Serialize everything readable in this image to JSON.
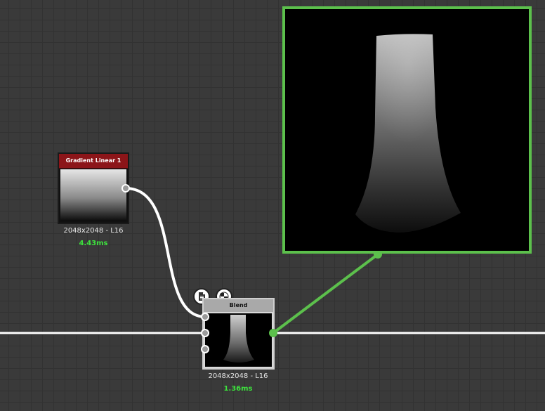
{
  "nodes": {
    "gradient": {
      "title": "Gradient Linear 1",
      "resolution": "2048x2048 - L16",
      "time": "4.43ms"
    },
    "blend": {
      "title": "Blend",
      "resolution": "2048x2048 - L16",
      "time": "1.36ms"
    }
  },
  "icons": {
    "doc": "document-icon",
    "checker": "checkerboard-icon"
  },
  "colors": {
    "link_green": "#5cc04c",
    "time_green": "#3de23d",
    "gradient_header": "#8c1519",
    "wire": "#ffffff"
  }
}
